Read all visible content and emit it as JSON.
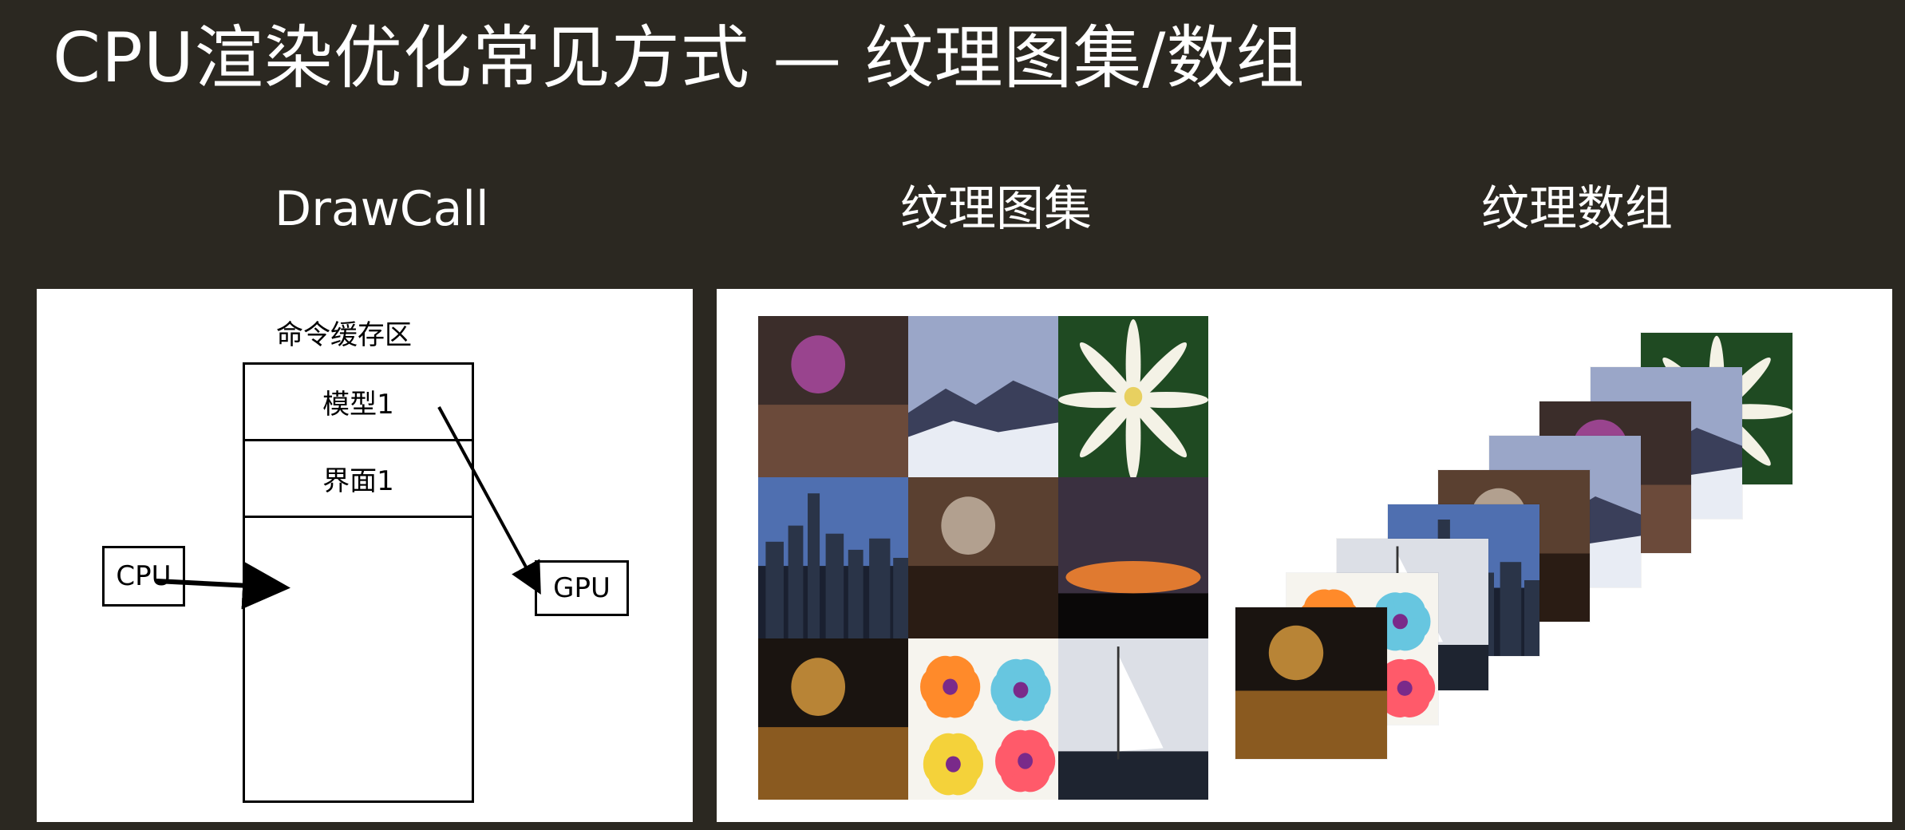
{
  "title": "CPU渲染优化常见方式 — 纹理图集/数组",
  "columns": {
    "drawcall": "DrawCall",
    "atlas": "纹理图集",
    "array": "纹理数组"
  },
  "diagram": {
    "buffer_label": "命令缓存区",
    "rows": [
      "模型1",
      "界面1"
    ],
    "cpu_label": "CPU",
    "gpu_label": "GPU"
  },
  "textures": [
    {
      "name": "purple-flowers-cliff",
      "sky": "#3b2d2a",
      "ground": "#6b4a3a",
      "accent": "#b24aa8"
    },
    {
      "name": "snowy-mountains",
      "sky": "#9aa6c8",
      "ground": "#e8ecf4",
      "accent": "#3a3f5a"
    },
    {
      "name": "white-lily",
      "sky": "#1f4a22",
      "ground": "#0e2a10",
      "accent": "#f4f2e6"
    },
    {
      "name": "city-skyline",
      "sky": "#4f6fb0",
      "ground": "#1a2030",
      "accent": "#7e90b8"
    },
    {
      "name": "rock-pattern",
      "sky": "#5a4030",
      "ground": "#2a1c14",
      "accent": "#c8b8a8"
    },
    {
      "name": "sunset-clouds",
      "sky": "#3a3040",
      "ground": "#0a0808",
      "accent": "#e07a30"
    },
    {
      "name": "night-street",
      "sky": "#1a1410",
      "ground": "#8a5a20",
      "accent": "#e0a040"
    },
    {
      "name": "colorful-flowers",
      "sky": "#f6f4ee",
      "ground": "#f6f4ee",
      "accent": "#ff8a2a"
    },
    {
      "name": "sailboats",
      "sky": "#dcdfe6",
      "ground": "#1e2430",
      "accent": "#ffffff"
    }
  ]
}
